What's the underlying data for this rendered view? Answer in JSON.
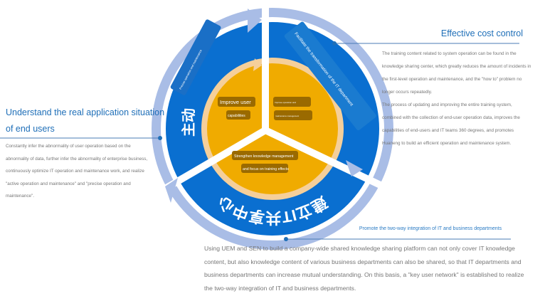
{
  "cycle": {
    "outer_left_label": "主动",
    "outer_bottom_label": "建立IT共享中心",
    "blue_box_upper_right": "Facilitate the transformation of the IT department",
    "blue_box_left": "Precise operation and maintenance",
    "inner_left": [
      "Improve user",
      "capabilities"
    ],
    "inner_right": [
      "Improve operation and",
      "maintenance management"
    ],
    "inner_bottom": [
      "Strengthen knowledge management",
      "and focus on training effects"
    ]
  },
  "left_panel": {
    "heading": "Understand the real application situation of end users",
    "body": "Constantly infer the abnormality of user operation based on the abnormality of data, further infer the abnormality of enterprise business, continuously optimize IT operation and maintenance work, and realize \"active operation and maintenance\" and \"precise operation and maintenance\"."
  },
  "right_panel": {
    "heading": "Effective cost control",
    "body1": "The training content related to system operation can be found in the knowledge sharing center, which greatly reduces the amount of incidents in the first-level operation and maintenance, and the \"how to\" problem no longer occurs repeatedly.",
    "body2": "The process of updating and improving the entire training system, combined with the collection of end-user operation data, improves the capabilities of end-users and IT teams 360 degrees, and promotes Huaneng to build an efficient operation and maintenance system."
  },
  "bottom_panel": {
    "heading": "Promote the two-way integration of IT and business departments",
    "body": "Using UEM and SEN to build a company-wide shared knowledge sharing platform can not only cover IT knowledge content, but also knowledge content of various business departments can also be shared, so that IT departments and business departments can increase mutual understanding. On this basis, a \"key user network\" is established to realize the two-way integration of IT and business departments."
  },
  "colors": {
    "blue": "#0a6fd0",
    "light_ring": "#a9bde6",
    "orange": "#f0ab00",
    "cream": "#f5cf9a",
    "label_bg": "#9a6a00"
  }
}
